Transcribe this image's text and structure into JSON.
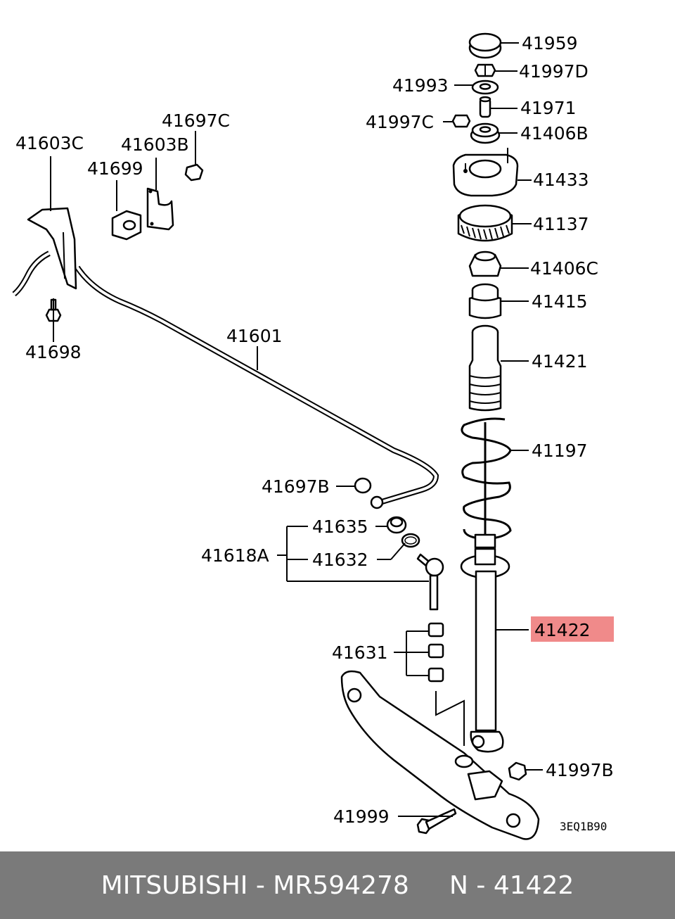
{
  "diagram": {
    "code": "3EQ1B90",
    "labels": {
      "p41959": "41959",
      "p41997D": "41997D",
      "p41993": "41993",
      "p41971": "41971",
      "p41997C": "41997C",
      "p41406B": "41406B",
      "p41433": "41433",
      "p41137": "41137",
      "p41406C": "41406C",
      "p41415": "41415",
      "p41421": "41421",
      "p41197": "41197",
      "p41422": "41422",
      "p41997B": "41997B",
      "p41999": "41999",
      "p41631": "41631",
      "p41618A": "41618A",
      "p41635": "41635",
      "p41632": "41632",
      "p41697B": "41697B",
      "p41601": "41601",
      "p41698": "41698",
      "p41603C": "41603C",
      "p41603B": "41603B",
      "p41697C": "41697C",
      "p41699": "41699"
    },
    "highlight_color": "#f08a8a",
    "highlight_text_color": "#a00000"
  },
  "footer": {
    "brand": "MITSUBISHI",
    "separator": " - ",
    "part_number": "MR594278",
    "ref_prefix": "N - ",
    "ref": "41422"
  }
}
